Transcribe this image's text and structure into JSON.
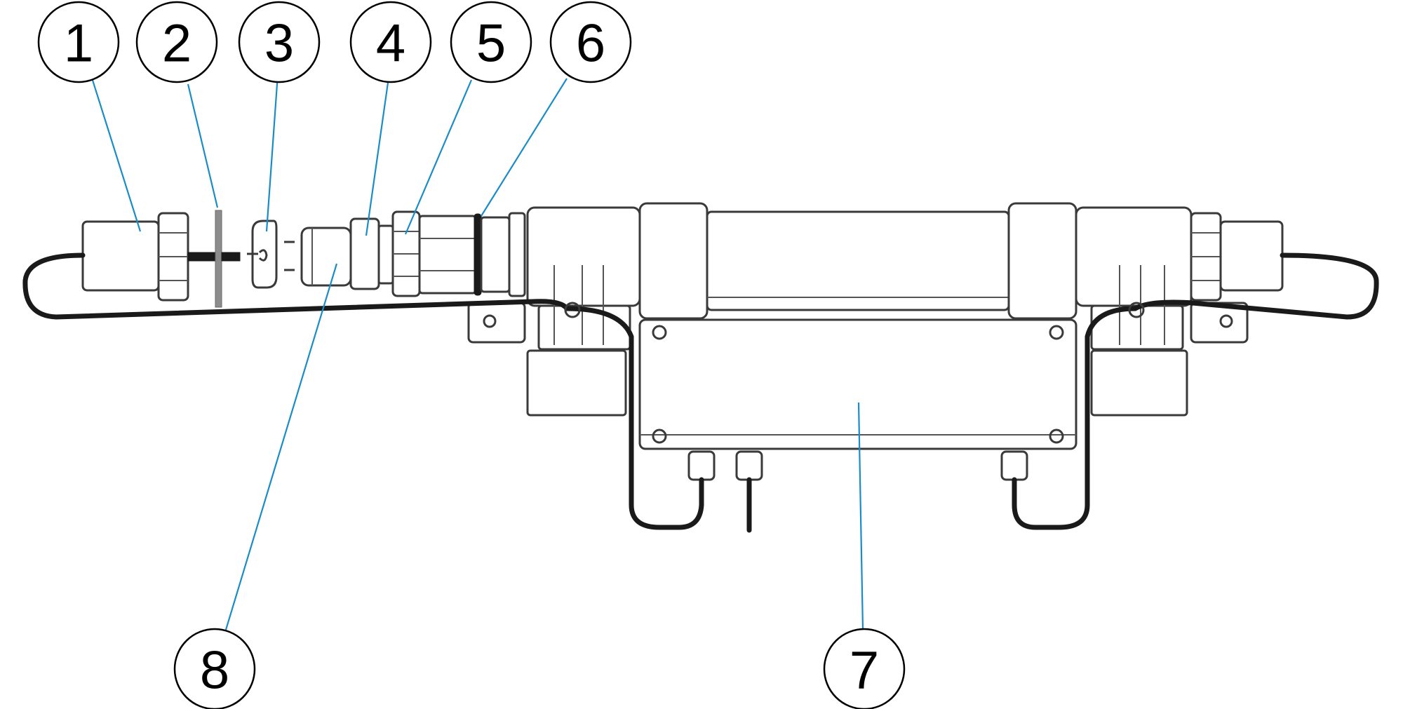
{
  "colors": {
    "leader": "#1a8cc6",
    "outline": "#3a3a3a",
    "cable": "#1a1a1a",
    "background": "#ffffff"
  },
  "callouts": [
    {
      "id": "1",
      "label": "1"
    },
    {
      "id": "2",
      "label": "2"
    },
    {
      "id": "3",
      "label": "3"
    },
    {
      "id": "4",
      "label": "4"
    },
    {
      "id": "5",
      "label": "5"
    },
    {
      "id": "6",
      "label": "6"
    },
    {
      "id": "7",
      "label": "7"
    },
    {
      "id": "8",
      "label": "8"
    }
  ]
}
